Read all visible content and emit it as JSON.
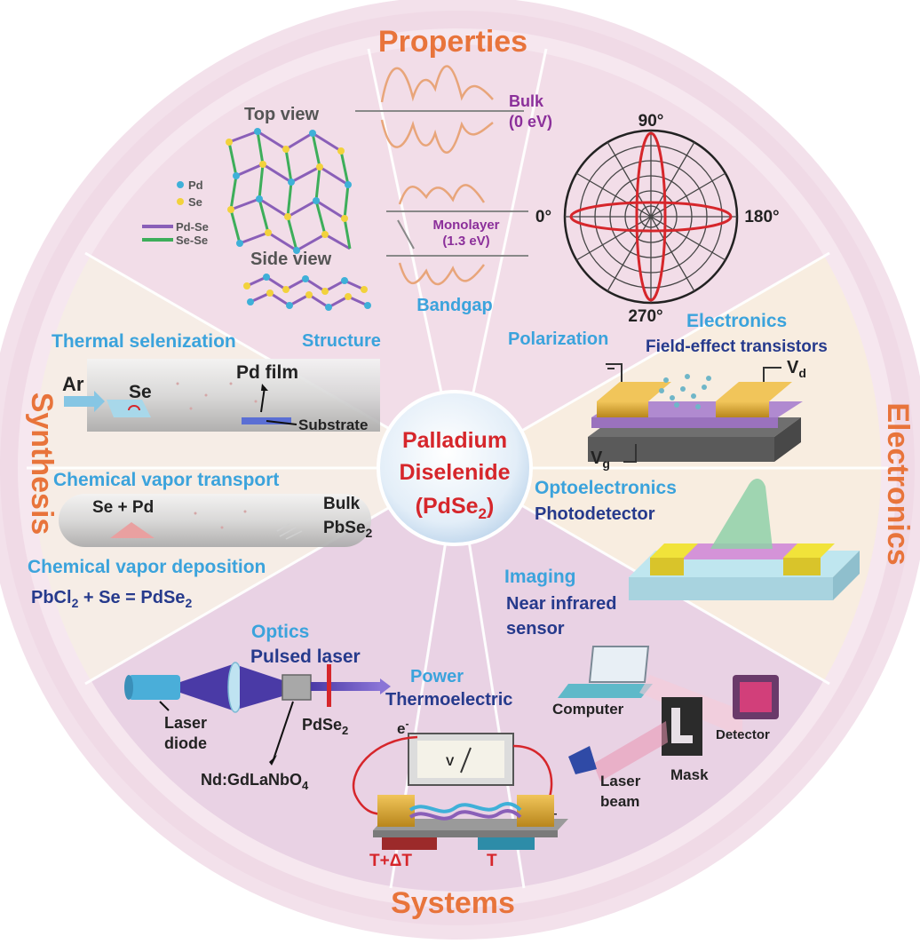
{
  "center": {
    "line1": "Palladium",
    "line2": "Diselenide",
    "line3": "(PdSe",
    "sub": "2",
    "line3_end": ")"
  },
  "quadrants": {
    "properties": "Properties",
    "electronics": "Electronics",
    "systems": "Systems",
    "synthesis": "Synthesis"
  },
  "structure": {
    "label": "Structure",
    "top_view": "Top view",
    "side_view": "Side view",
    "legend_pd": "Pd",
    "legend_se": "Se",
    "legend_pdse": "Pd-Se",
    "legend_sese": "Se-Se"
  },
  "bandgap": {
    "label": "Bandgap",
    "bulk": "Bulk",
    "bulk_value": "(0 eV)",
    "monolayer": "Monolayer",
    "monolayer_value": "(1.3 eV)"
  },
  "polarization": {
    "label": "Polarization",
    "angle_90": "90°",
    "angle_0": "0°",
    "angle_180": "180°",
    "angle_270": "270°"
  },
  "electronics_section": {
    "title": "Electronics",
    "subtitle": "Field-effect transistors",
    "vd": "V",
    "vd_sub": "d",
    "vg": "V",
    "vg_sub": "g"
  },
  "optoelectronics": {
    "title": "Optoelectronics",
    "subtitle": "Photodetector"
  },
  "imaging": {
    "title": "Imaging",
    "subtitle1": "Near infrared",
    "subtitle2": "sensor",
    "computer": "Computer",
    "detector": "Detector",
    "mask": "Mask",
    "laser_beam1": "Laser",
    "laser_beam2": "beam"
  },
  "power": {
    "title": "Power",
    "subtitle": "Thermoelectric",
    "electron": "e",
    "electron_sup": "-",
    "voltmeter": "V",
    "hot": "T+ΔT",
    "cold": "T"
  },
  "optics": {
    "title": "Optics",
    "subtitle": "Pulsed laser",
    "laser_diode1": "Laser",
    "laser_diode2": "diode",
    "pdse2": "PdSe",
    "pdse2_sub": "2",
    "crystal": "Nd:GdLaNbO",
    "crystal_sub": "4"
  },
  "synthesis_section": {
    "thermal": "Thermal selenization",
    "ar": "Ar",
    "se": "Se",
    "pd_film": "Pd film",
    "substrate": "Substrate",
    "cvt": "Chemical vapor transport",
    "se_pd": "Se + Pd",
    "bulk": "Bulk",
    "pbse2": "PbSe",
    "pbse2_sub": "2",
    "cvd": "Chemical vapor deposition",
    "eq_left": "PbCl",
    "eq_sub1": "2",
    "eq_mid": " + Se = PdSe",
    "eq_sub2": "2"
  },
  "colors": {
    "quadrant_title": "#e8743b",
    "blue_label": "#3ba3dc",
    "navy_label": "#263a8c",
    "center_text": "#d6262b",
    "purple_label": "#8b2f9a"
  }
}
